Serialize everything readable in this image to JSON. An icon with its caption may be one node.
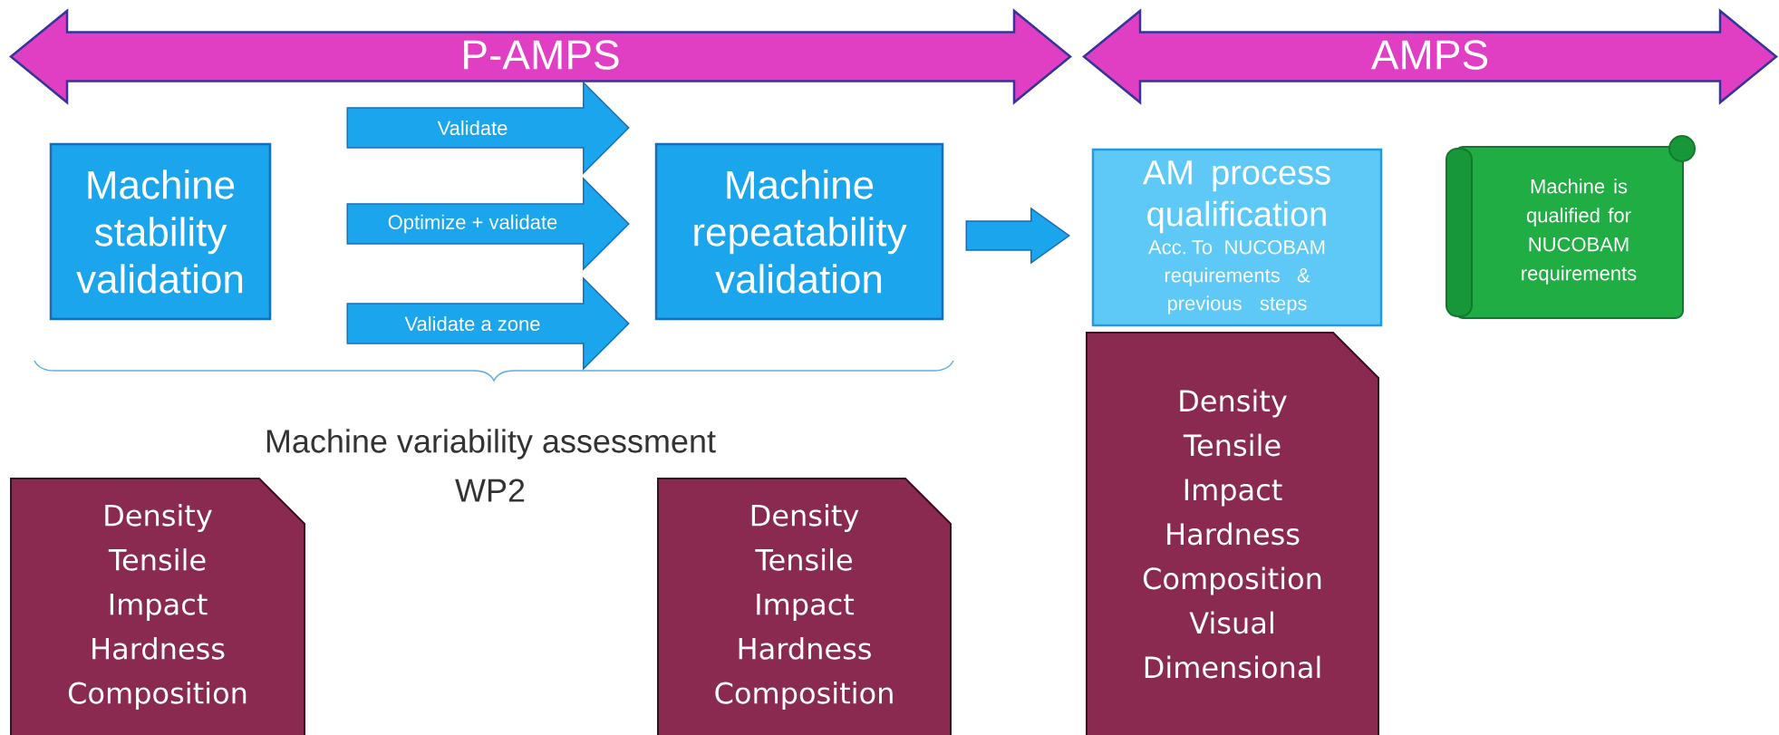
{
  "diagram": {
    "nodes": [
      {
        "text": [
          "P-AMPS"
        ]
      },
      {
        "text": [
          "AMPS"
        ]
      },
      {
        "text": [
          "Machine stability validation"
        ]
      },
      {
        "text": [
          "Machine repeatability validation"
        ]
      },
      {
        "text": [
          "AM process qualification",
          "Acc. To NUCOBAM requirements & previous steps"
        ]
      },
      {
        "text": [
          "Machine is qualified for NUCOBAM requirements"
        ]
      },
      {
        "text": [
          "Density Tensile Impact Hardness Composition"
        ]
      },
      {
        "text": [
          "Density Tensile Impact Hardness Composition"
        ]
      },
      {
        "text": [
          "Density Tensile Impact Hardness Composition Visual Dimensional"
        ]
      }
    ],
    "edges": [
      {
        "from": 2,
        "to": 3,
        "arrow": "to",
        "label": "Validate",
        "style": "thick"
      },
      {
        "from": 2,
        "to": 3,
        "arrow": "to",
        "label": "Optimize + validate",
        "style": "thick"
      },
      {
        "from": 2,
        "to": 3,
        "arrow": "to",
        "label": "Validate a zone",
        "style": "thick"
      },
      {
        "from": 3,
        "to": 4,
        "arrow": "to",
        "style": "thick"
      }
    ],
    "labels": [
      "Machine variability assessment",
      "WP2"
    ]
  }
}
